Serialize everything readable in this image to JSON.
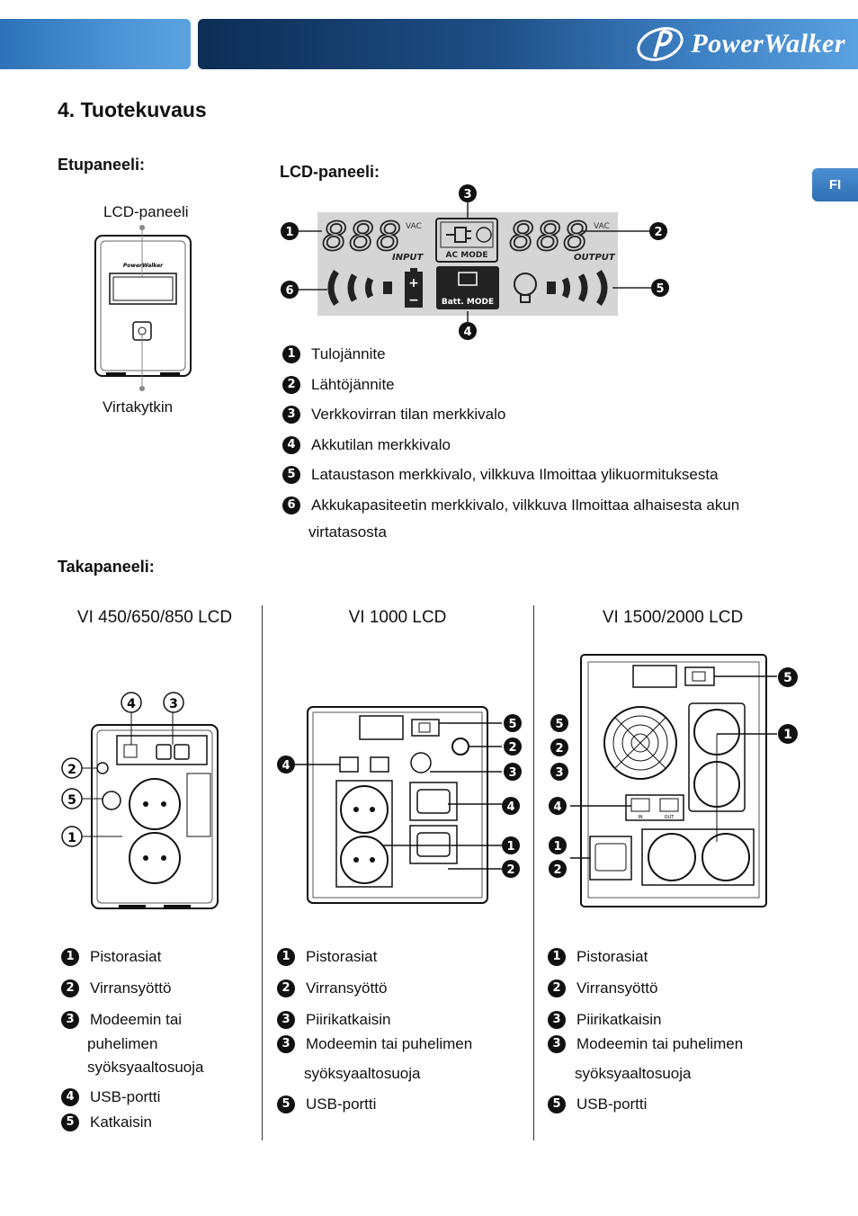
{
  "header": {
    "brand": "PowerWalker",
    "lang_tab": "FI"
  },
  "title": "4. Tuotekuvaus",
  "front": {
    "heading": "Etupaneeli:",
    "lcd_label": "LCD-paneeli",
    "switch_label": "Virtakytkin",
    "logo_mini": "PowerWalker"
  },
  "lcd": {
    "heading": "LCD-paneeli:",
    "digits": "888",
    "vac": "VAC",
    "input": "INPUT",
    "output": "OUTPUT",
    "ac_mode": "AC MODE",
    "batt_mode": "Batt. MODE",
    "callouts": [
      "1",
      "2",
      "3",
      "4",
      "5",
      "6"
    ],
    "items": [
      {
        "n": "1",
        "text": "Tulojännite"
      },
      {
        "n": "2",
        "text": "Lähtöjännite"
      },
      {
        "n": "3",
        "text": "Verkkovirran tilan merkkivalo"
      },
      {
        "n": "4",
        "text": "Akkutilan merkkivalo"
      },
      {
        "n": "5",
        "text": "Lataustason merkkivalo, vilkkuva Ilmoittaa ylikuormituksesta"
      },
      {
        "n": "6",
        "text": "Akkukapasiteetin merkkivalo, vilkkuva Ilmoittaa alhaisesta akun"
      }
    ],
    "item6_cont": "virtatasosta"
  },
  "rear": {
    "heading": "Takapaneeli:",
    "col1": {
      "title": "VI 450/650/850 LCD",
      "items": [
        {
          "n": "1",
          "text": "Pistorasiat"
        },
        {
          "n": "2",
          "text": "Virransyöttö"
        },
        {
          "n": "3",
          "text": "Modeemin tai"
        },
        {
          "n": "",
          "text": "puhelimen"
        },
        {
          "n": "",
          "text": "syöksyaaltosuoja"
        },
        {
          "n": "4",
          "text": "USB-portti"
        },
        {
          "n": "5",
          "text": "Katkaisin"
        }
      ]
    },
    "col2": {
      "title": "VI 1000 LCD",
      "items": [
        {
          "n": "1",
          "text": "Pistorasiat"
        },
        {
          "n": "2",
          "text": "Virransyöttö"
        },
        {
          "n": "3",
          "text": "Piirikatkaisin"
        },
        {
          "n": "3",
          "text": "Modeemin tai puhelimen"
        },
        {
          "n": "",
          "text": "syöksyaaltosuoja"
        },
        {
          "n": "5",
          "text": "USB-portti"
        }
      ]
    },
    "col3": {
      "title": "VI 1500/2000 LCD",
      "items": [
        {
          "n": "1",
          "text": "Pistorasiat"
        },
        {
          "n": "2",
          "text": "Virransyöttö"
        },
        {
          "n": "3",
          "text": "Piirikatkaisin"
        },
        {
          "n": "3",
          "text": "Modeemin tai puhelimen"
        },
        {
          "n": "",
          "text": "syöksyaaltosuoja"
        },
        {
          "n": "5",
          "text": "USB-portti"
        }
      ]
    },
    "port_in": "IN",
    "port_out": "OUT"
  }
}
